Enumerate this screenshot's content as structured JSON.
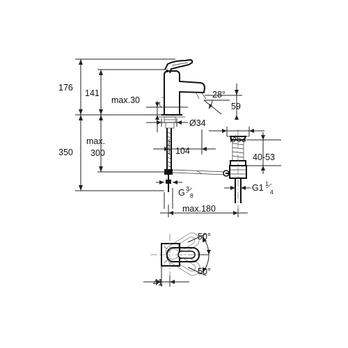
{
  "dimensions": {
    "total_height": "176",
    "spout_height": "141",
    "max_deck": "max.30",
    "lever_angle": "28°",
    "spout_tip": "59",
    "hole_diameter": "Ø34",
    "max_label": "max.",
    "max_300": "300",
    "depth_350": "350",
    "reach_104": "104",
    "waste_diameter": "Ø63",
    "waste_range": "40-53",
    "connection_g38": "G",
    "connection_g38_num": "3",
    "connection_g38_den": "8",
    "connection_g114": "G1",
    "connection_g114_num": "1",
    "connection_g114_den": "4",
    "max_180": "max.180",
    "angle_top": "50°",
    "angle_bottom": "50°",
    "width_41": "41"
  }
}
